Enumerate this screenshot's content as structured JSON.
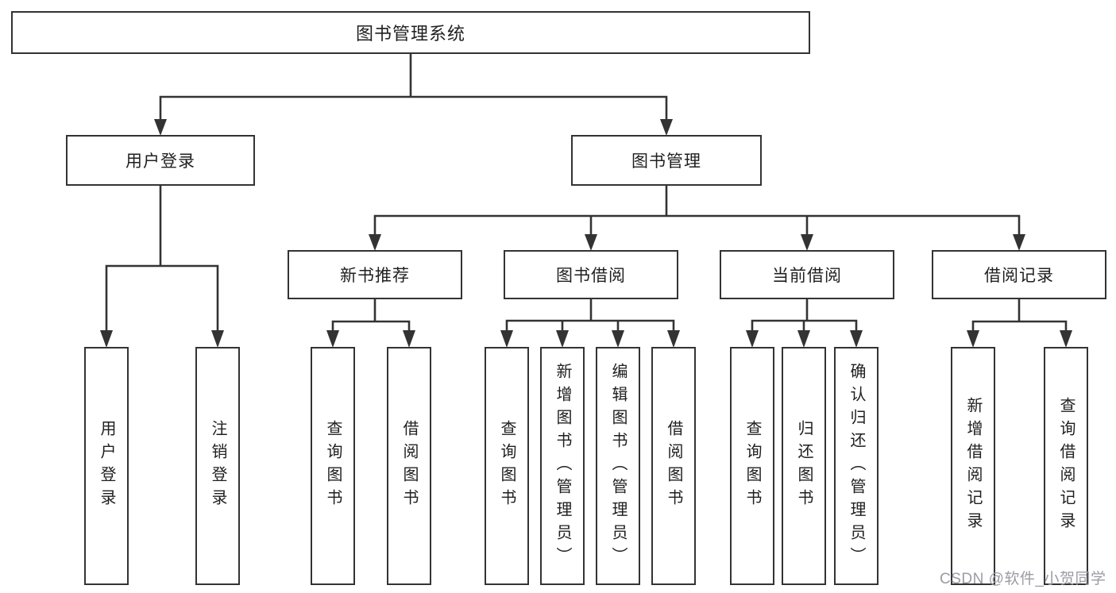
{
  "nodes": {
    "root": "图书管理系统",
    "level1": [
      "用户登录",
      "图书管理"
    ],
    "level2": [
      "新书推荐",
      "图书借阅",
      "当前借阅",
      "借阅记录"
    ],
    "leaves": [
      "用户登录",
      "注销登录",
      "查询图书",
      "借阅图书",
      "查询图书",
      "新增图书（管理员）",
      "编辑图书（管理员）",
      "借阅图书",
      "查询图书",
      "归还图书",
      "确认归还（管理员）",
      "新增借阅记录",
      "查询借阅记录"
    ]
  },
  "watermark": {
    "text": "CSDN @软件_小贺同学",
    "color": "#9b9ba3"
  },
  "colors": {
    "line": "#333333",
    "box_border": "#333333",
    "text": "#1f1f1f",
    "background": "#ffffff"
  }
}
